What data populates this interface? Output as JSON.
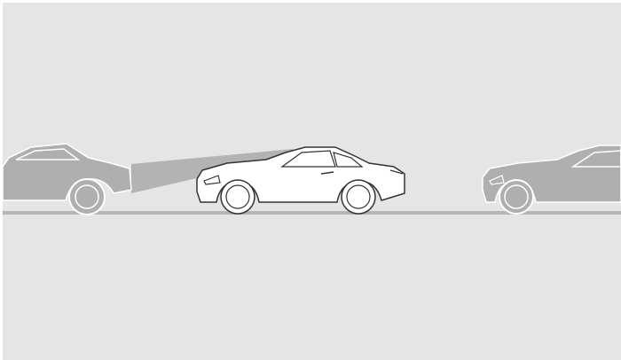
{
  "illustration": {
    "kind": "rear-camera / rear-sensor detection illustration",
    "vehicles": [
      {
        "role": "rear-vehicle",
        "style": "silhouette"
      },
      {
        "role": "own-vehicle",
        "style": "outline"
      },
      {
        "role": "front-vehicle",
        "style": "silhouette"
      }
    ],
    "colors": {
      "background": "#e5e5e5",
      "frame": "#ffffff",
      "road": "#b5b5b5",
      "beam": "#b3b3b3",
      "silhouette": "#afafaf",
      "silhouette_outline": "#ffffff",
      "own_vehicle_fill": "#ffffff",
      "own_vehicle_stroke": "#333333"
    }
  }
}
